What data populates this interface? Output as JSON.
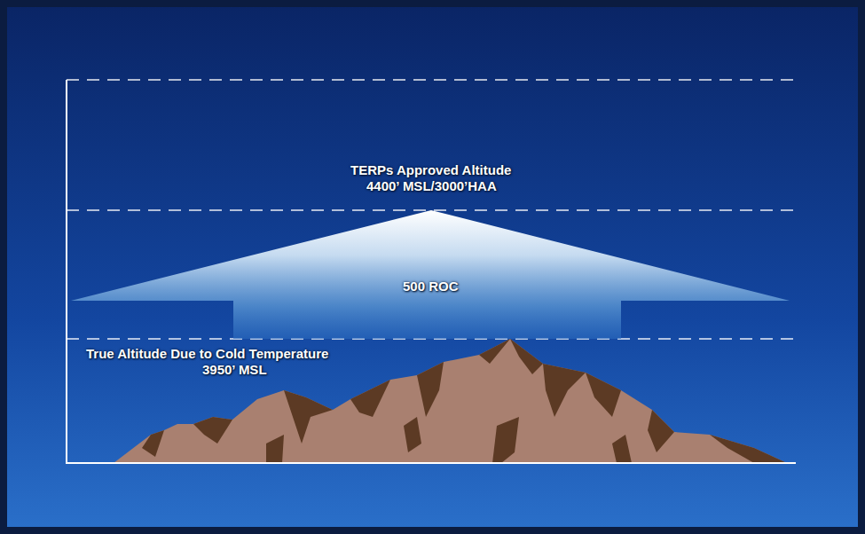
{
  "diagram": {
    "nodes": [
      {
        "text": [
          "500 ROC"
        ]
      }
    ],
    "labels": [
      "TERPs Approved Altitude",
      "4400’ MSL/3000’HAA",
      "True Altitude Due to Cold Temperature",
      "3950’ MSL"
    ]
  }
}
